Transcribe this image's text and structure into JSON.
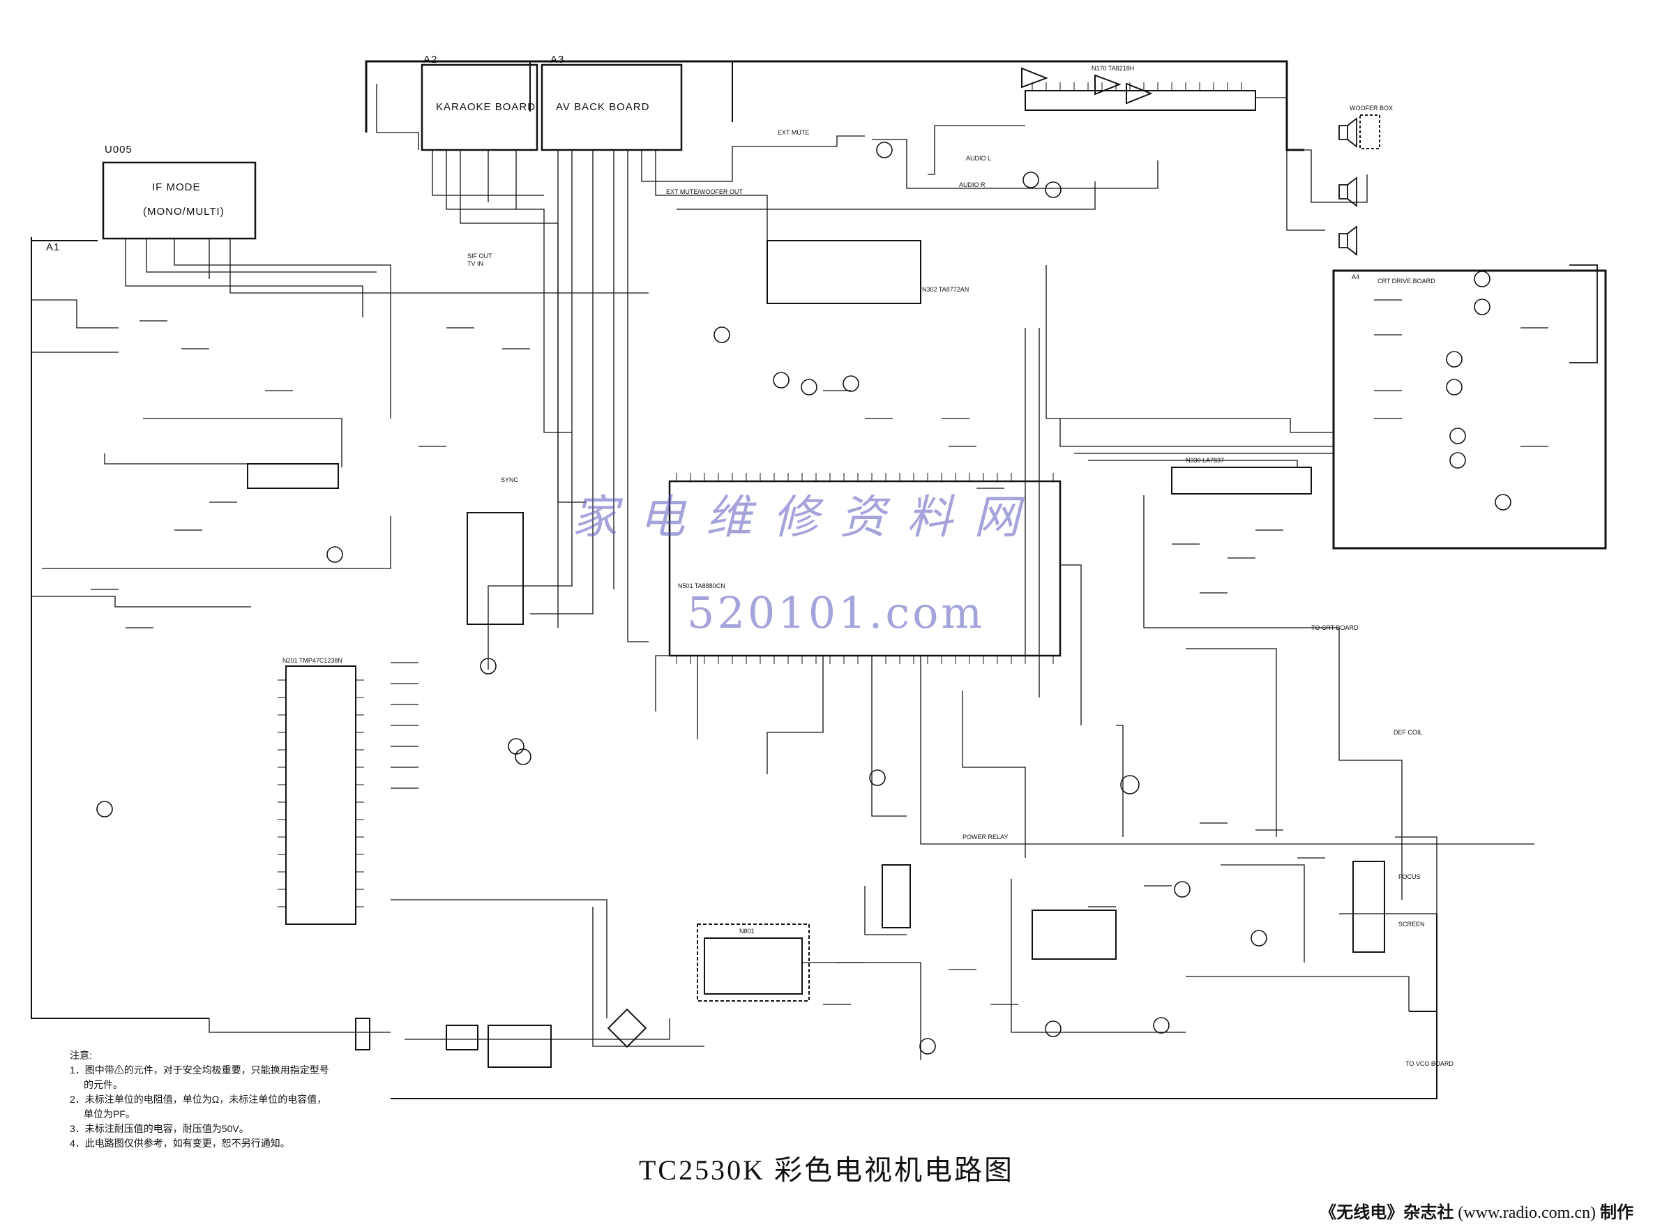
{
  "title": "TC2530K 彩色电视机电路图",
  "credit": {
    "publisher": "《无线电》杂志社",
    "url": "(www.radio.com.cn)",
    "suffix": "制作"
  },
  "watermark": {
    "text": "家电维修资料网",
    "site": "520101.com"
  },
  "boards": {
    "u005_ref": "U005",
    "u005_line1": "IF MODE",
    "u005_line2": "(MONO/MULTI)",
    "a1": "A1",
    "a2": "A2",
    "a3": "A3",
    "a4": "A4",
    "karaoke": "KARAOKE BOARD",
    "av_back": "AV BACK BOARD",
    "crt_drive": "CRT DRIVE BOARD",
    "woofer_box": "WOOFER BOX"
  },
  "ics": {
    "n170": "N170 TA8218H",
    "n302": "N302 TA8772AN",
    "n501": "N501 TA8880CN",
    "n330": "N330 LA7837",
    "n201": "N201 TMP47C1238N",
    "n801": "N801"
  },
  "signals": {
    "sif_out": "SIF OUT",
    "tv_in": "TV IN",
    "ext_mute": "EXT MUTE",
    "ext_lr": "EXT MUTE/WOOFER OUT",
    "audio_l": "AUDIO L",
    "audio_r": "AUDIO R",
    "to_crt": "TO CRT BOARD",
    "to_vco": "TO VCO BOARD",
    "def_coil": "DEF COIL",
    "focus": "FOCUS",
    "screen": "SCREEN",
    "power_relay": "POWER RELAY",
    "sync": "SYNC"
  },
  "notes": {
    "heading": "注意:",
    "n1a": "1．图中带⚠的元件，对于安全均极重要，只能换用指定型号",
    "n1b": "的元件。",
    "n2a": "2．未标注单位的电阻值，单位为Ω，未标注单位的电容值，",
    "n2b": "单位为PF。",
    "n3": "3．未标注耐压值的电容，耐压值为50V。",
    "n4": "4．此电路图仅供参考，如有变更，恕不另行通知。"
  }
}
